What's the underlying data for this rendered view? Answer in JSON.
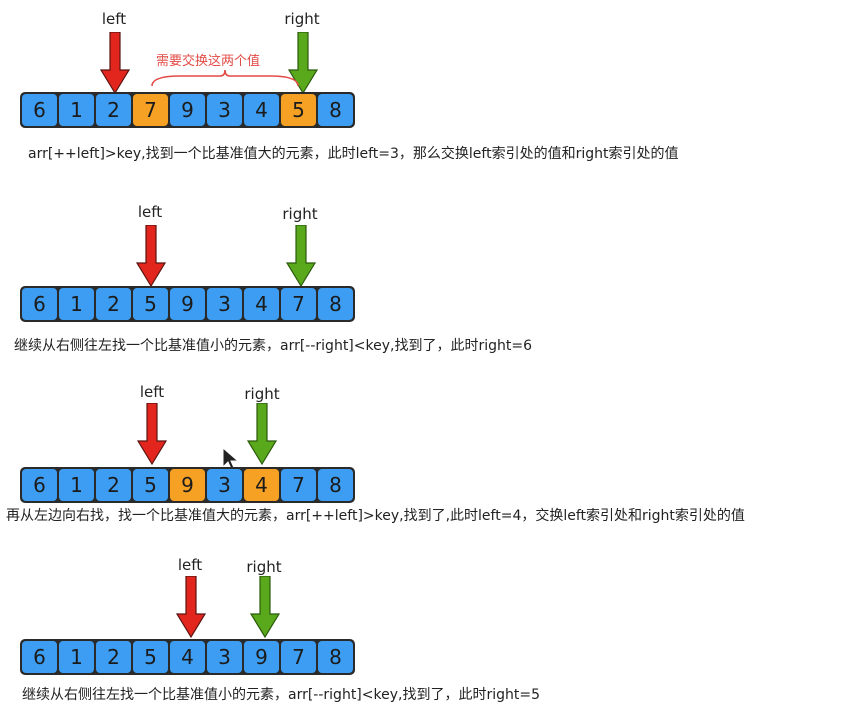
{
  "colors": {
    "cell": "#3d9df2",
    "highlight": "#f6a124",
    "left_arrow": "#e3261d",
    "right_arrow": "#5aa81c",
    "annotation": "#e24c46"
  },
  "labels": {
    "left": "left",
    "right": "right"
  },
  "steps": [
    {
      "values": [
        "6",
        "1",
        "2",
        "7",
        "9",
        "3",
        "4",
        "5",
        "8"
      ],
      "highlight": [
        3,
        7
      ],
      "left_index": 2,
      "right_index": 7,
      "annotation": "需要交换这两个值",
      "caption": "arr[++left]>key,找到一个比基准值大的元素，此时left=3，那么交换left索引处的值和right索引处的值"
    },
    {
      "values": [
        "6",
        "1",
        "2",
        "5",
        "9",
        "3",
        "4",
        "7",
        "8"
      ],
      "highlight": [],
      "left_index": 3,
      "right_index": 7,
      "caption": "继续从右侧往左找一个比基准值小的元素，arr[--right]<key,找到了，此时right=6"
    },
    {
      "values": [
        "6",
        "1",
        "2",
        "5",
        "9",
        "3",
        "4",
        "7",
        "8"
      ],
      "highlight": [
        4,
        6
      ],
      "left_index": 3,
      "right_index": 6,
      "caption": "再从左边向右找，找一个比基准值大的元素，arr[++left]>key,找到了,此时left=4，交换left索引处和right索引处的值"
    },
    {
      "values": [
        "6",
        "1",
        "2",
        "5",
        "4",
        "3",
        "9",
        "7",
        "8"
      ],
      "highlight": [],
      "left_index": 4,
      "right_index": 6,
      "caption": "继续从右侧往左找一个比基准值小的元素，arr[--right]<key,找到了，此时right=5"
    }
  ]
}
